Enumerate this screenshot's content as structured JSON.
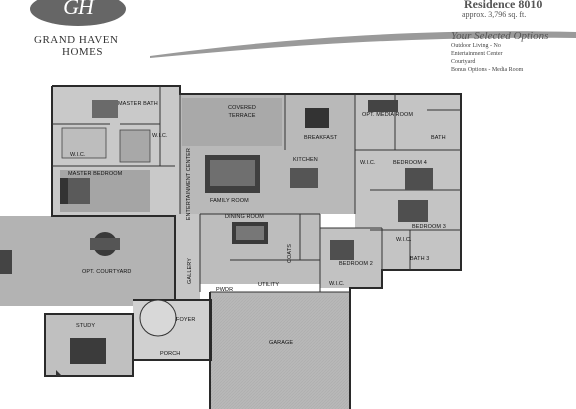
{
  "header": {
    "logo_mark": "GH",
    "brand_line1": "GRAND HAVEN",
    "brand_line2": "HOMES",
    "residence": "Residence 8010",
    "sqft": "approx. 3,796 sq. ft.",
    "options_title": "Your Selected Options",
    "options": [
      "Outdoor Living - No",
      "Entertainment Center",
      "Courtyard",
      "Bonus Options - Media Room"
    ]
  },
  "rooms": {
    "master_bath": "MASTER BATH",
    "wic_master_top": "W.I.C.",
    "wic_master_left": "W.I.C.",
    "master_bedroom": "MASTER BEDROOM",
    "covered_terrace": "COVERED TERRACE",
    "breakfast": "BREAKFAST",
    "opt_media_room": "OPT. MEDIA ROOM",
    "bath_right": "BATH",
    "wic_bedroom4": "W.I.C.",
    "bedroom4": "BEDROOM 4",
    "kitchen": "KITCHEN",
    "entertainment_center": "ENTERTAINMENT CENTER",
    "family_room": "FAMILY ROOM",
    "dining_room": "DINING ROOM",
    "bedroom3": "BEDROOM 3",
    "wic_bedroom3": "W.I.C.",
    "bath3": "BATH 3",
    "bedroom2": "BEDROOM 2",
    "wic_bedroom2": "W.I.C.",
    "opt_courtyard": "OPT. COURTYARD",
    "gallery": "GALLERY",
    "pwdr": "PWDR",
    "utility": "UTILITY",
    "coats": "COATS",
    "foyer": "FOYER",
    "study": "STUDY",
    "porch": "PORCH",
    "garage": "GARAGE"
  }
}
